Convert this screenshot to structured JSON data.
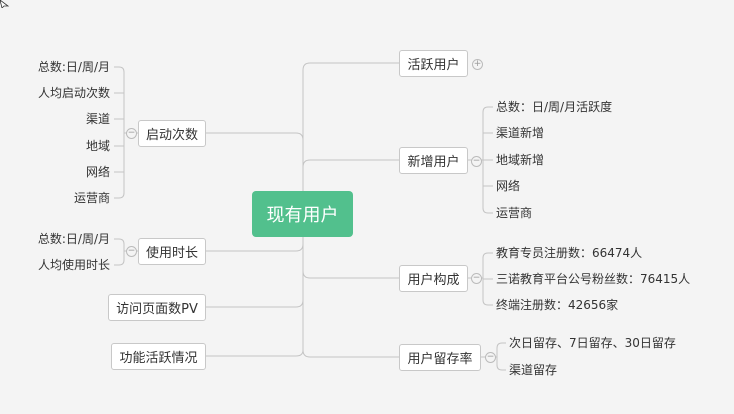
{
  "root": "现有用户",
  "left": [
    {
      "label": "启动次数",
      "children": [
        "总数:日/周/月",
        "人均启动次数",
        "渠道",
        "地域",
        "网络",
        "运营商"
      ]
    },
    {
      "label": "使用时长",
      "children": [
        "总数:日/周/月",
        "人均使用时长"
      ]
    },
    {
      "label": "访问页面数PV",
      "children": []
    },
    {
      "label": "功能活跃情况",
      "children": []
    }
  ],
  "right": [
    {
      "label": "活跃用户",
      "children": []
    },
    {
      "label": "新增用户",
      "children": [
        "总数：日/周/月活跃度",
        "渠道新增",
        "地域新增",
        "网络",
        "运营商"
      ]
    },
    {
      "label": "用户构成",
      "children": [
        "教育专员注册数：66474人",
        "三诺教育平台公号粉丝数：76415人",
        "终端注册数：42656家"
      ]
    },
    {
      "label": "用户留存率",
      "children": [
        "次日留存、7日留存、30日留存",
        "渠道留存"
      ]
    }
  ],
  "colors": {
    "root": "#52c08d",
    "line": "#c4c4c4",
    "background": "#f4f4f4"
  }
}
